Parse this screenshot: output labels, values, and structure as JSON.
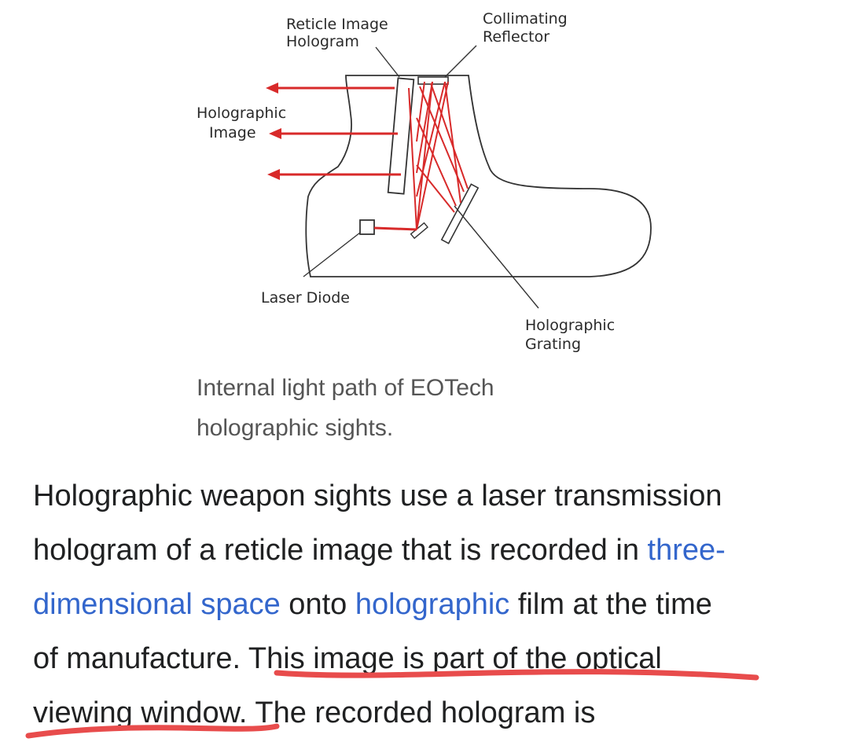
{
  "figure": {
    "labels": {
      "reticle_line1": "Reticle Image",
      "reticle_line2": "Hologram",
      "collimating_line1": "Collimating",
      "collimating_line2": "Reflector",
      "holo_image_line1": "Holographic",
      "holo_image_line2": "Image",
      "laser_diode": "Laser Diode",
      "grating_line1": "Holographic",
      "grating_line2": "Grating"
    },
    "colors": {
      "beam": "#d82a2a",
      "outline": "#333333"
    }
  },
  "caption": {
    "line1": "Internal light path of EOTech",
    "line2": "holographic sights."
  },
  "article": {
    "l1": "Holographic weapon sights use a laser transmission",
    "l2_text": "hologram of a reticle image that is recorded in ",
    "l2_link": "three-",
    "l3_link1": "dimensional space",
    "l3_mid": " onto ",
    "l3_link2": "holographic",
    "l3_end": " film at the time",
    "l4_start": "of manufacture. ",
    "l4_hl": "This image is part of the optical",
    "l5_hl": "viewing window.",
    "l5_end": " The recorded hologram is",
    "link_color": "#3366cc",
    "annotation_color": "#e84c4c"
  }
}
